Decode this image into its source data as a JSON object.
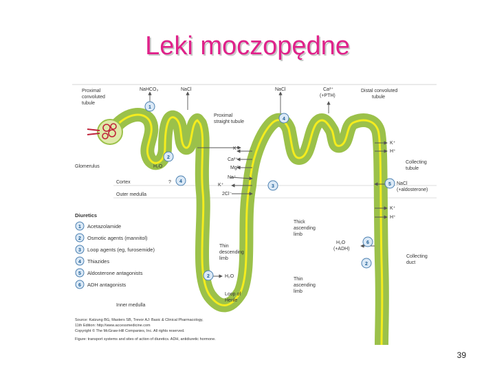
{
  "title": "Leki moczopędne",
  "page_number": "39",
  "figure": {
    "labels": {
      "proximal_tubule": [
        "Proximal",
        "convoluted",
        "tubule"
      ],
      "nahco3": "NaHCO₃",
      "nacl_1": "NaCl",
      "nacl_2": "NaCl",
      "ca": "Ca²⁺",
      "pth": "(+PTH)",
      "distal_tubule": [
        "Distal convoluted",
        "tubule"
      ],
      "proximal_straight": [
        "Proximal",
        "straight tubule"
      ],
      "glomerulus": "Glomerulus",
      "h2o_1": "H₂O",
      "cortex": "Cortex",
      "outer_medulla": "Outer medulla",
      "k_plus_loop": "K⁺",
      "ca_loop": "Ca²⁺",
      "mg_loop": "Mg²⁺",
      "na_loop": "Na⁺",
      "k_loop2": "K⁺",
      "cl_loop": "2Cl⁻",
      "k_right": "K⁺",
      "h_right": "H⁺",
      "collecting_tubule": [
        "Collecting",
        "tubule"
      ],
      "nacl_right": "NaCl",
      "aldosterone": "(+aldosterone)",
      "k_right2": "K⁺",
      "h_right2": "H⁺",
      "thick_ascending": [
        "Thick",
        "ascending",
        "limb"
      ],
      "h2o_adh": "H₂O",
      "adh": "(+ADH)",
      "collecting_duct": [
        "Collecting",
        "duct"
      ],
      "thin_descending": [
        "Thin",
        "descending",
        "limb"
      ],
      "h2o_2": "H₂O",
      "thin_ascending": [
        "Thin",
        "ascending",
        "limb"
      ],
      "loop_henle": [
        "Loop of",
        "Henle"
      ],
      "inner_medulla": "Inner medulla",
      "question": "?"
    },
    "legend_title": "Diuretics",
    "legend": [
      {
        "num": "1",
        "text": "Acetazolamide"
      },
      {
        "num": "2",
        "text": "Osmotic agents (mannitol)"
      },
      {
        "num": "3",
        "text": "Loop agents (eg, furosemide)"
      },
      {
        "num": "4",
        "text": "Thiazides"
      },
      {
        "num": "5",
        "text": "Aldosterone antagonists"
      },
      {
        "num": "6",
        "text": "ADH antagonists"
      }
    ],
    "source": [
      "Source: Katzung BG, Masters SB, Trevor AJ: Basic & Clinical Pharmacology,",
      "11th Edition: http://www.accessmedicine.com",
      "Copyright © The McGraw-Hill Companies, Inc. All rights reserved.",
      "Figure: transport systems and sites of action of diuretics. ADH, antidiuretic hormone."
    ],
    "colors": {
      "tubule": "#9bc14a",
      "lumen": "#f4ec1e",
      "badge_fill": "#dbe9f6",
      "badge_stroke": "#4a7fb0"
    }
  }
}
